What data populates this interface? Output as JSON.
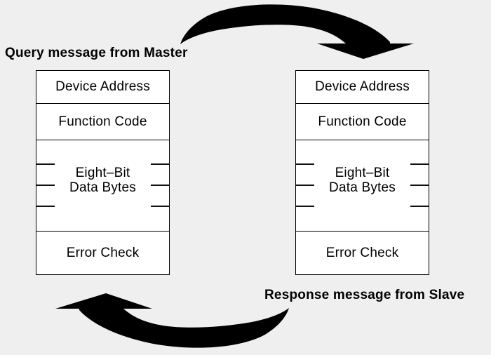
{
  "page": {
    "background_color": "#efefef",
    "arrow_color": "#000000",
    "box_fill_color": "#ffffff",
    "box_border_color": "#000000"
  },
  "captions": {
    "query": "Query message from Master",
    "response": "Response message from Slave"
  },
  "query_frame": {
    "device_address": "Device Address",
    "function_code": "Function Code",
    "data_bytes_line1": "Eight–Bit",
    "data_bytes_line2": "Data Bytes",
    "error_check": "Error Check"
  },
  "response_frame": {
    "device_address": "Device Address",
    "function_code": "Function Code",
    "data_bytes_line1": "Eight–Bit",
    "data_bytes_line2": "Data Bytes",
    "error_check": "Error Check"
  }
}
